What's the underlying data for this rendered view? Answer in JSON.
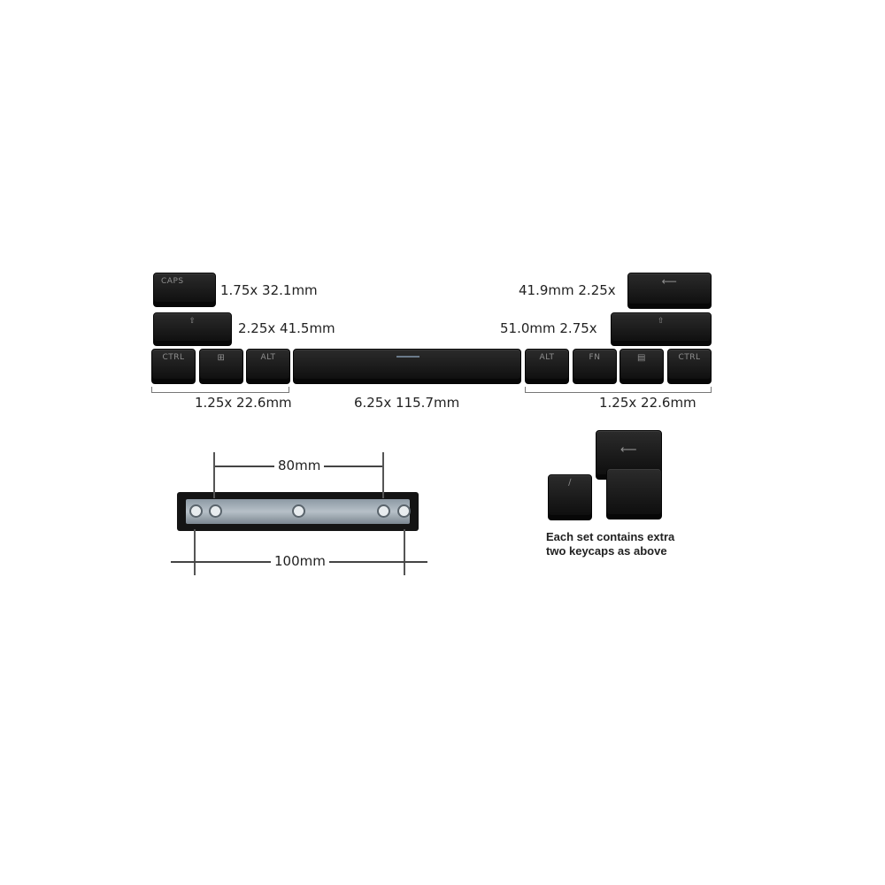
{
  "keys": {
    "caps": "CAPS",
    "shift_left": "⇧",
    "ctrl_left": "CTRL",
    "win_icon": "⊞",
    "alt_left": "ALT",
    "alt_right": "ALT",
    "fn": "FN",
    "menu_icon": "▤",
    "ctrl_right": "CTRL",
    "shift_right": "⇧",
    "enter_icon": "⟵"
  },
  "labels": {
    "caps_size": "1.75x  32.1mm",
    "lshift_size": "2.25x  41.5mm",
    "enter_size": "41.9mm 2.25x",
    "rshift_size": "51.0mm 2.75x",
    "left_mods_size": "1.25x  22.6mm",
    "space_size": "6.25x  115.7mm",
    "right_mods_size": "1.25x  22.6mm"
  },
  "spacebar_dims": {
    "inner": "80mm",
    "outer": "100mm"
  },
  "note": {
    "line1": "Each set contains extra",
    "line2": "two keycaps as above"
  }
}
